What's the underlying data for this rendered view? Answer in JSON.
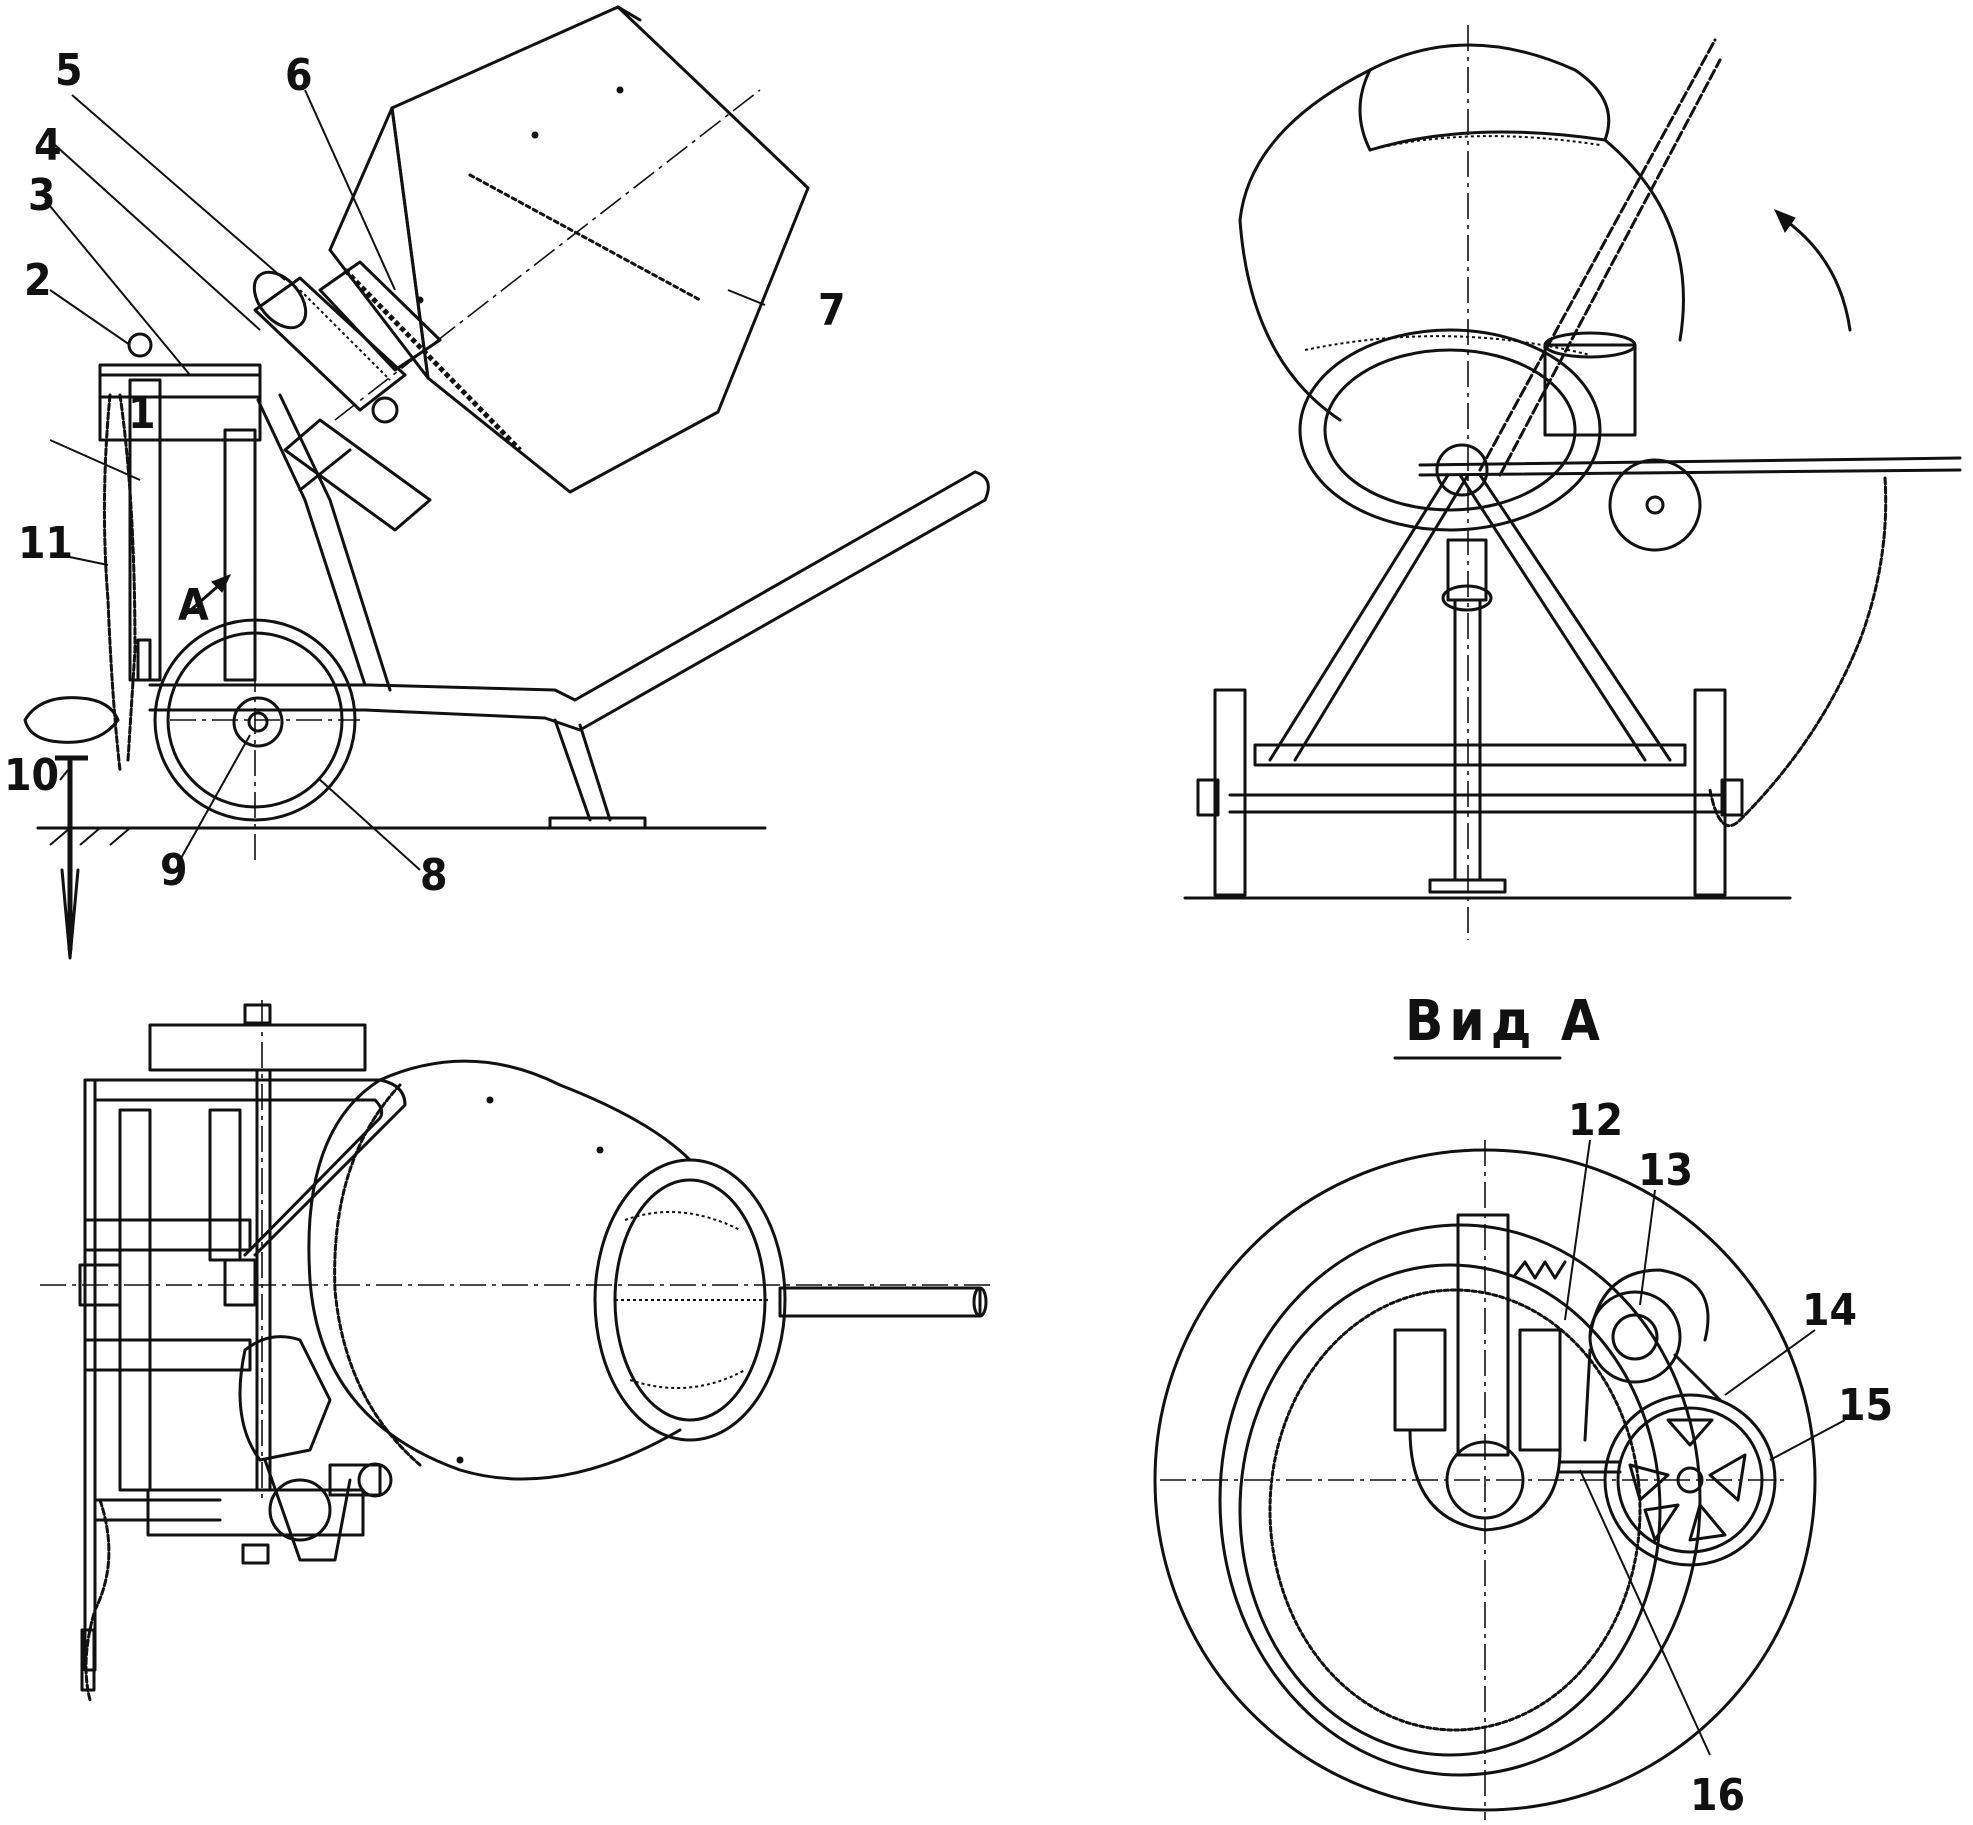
{
  "labels": {
    "l1": "1",
    "l2": "2",
    "l3": "3",
    "l4": "4",
    "l5": "5",
    "l6": "6",
    "l7": "7",
    "l8": "8",
    "l9": "9",
    "l10": "10",
    "l11": "11",
    "l12": "12",
    "l13": "13",
    "l14": "14",
    "l15": "15",
    "l16": "16",
    "arrow_a": "A"
  },
  "view_a_title": "Вид А"
}
